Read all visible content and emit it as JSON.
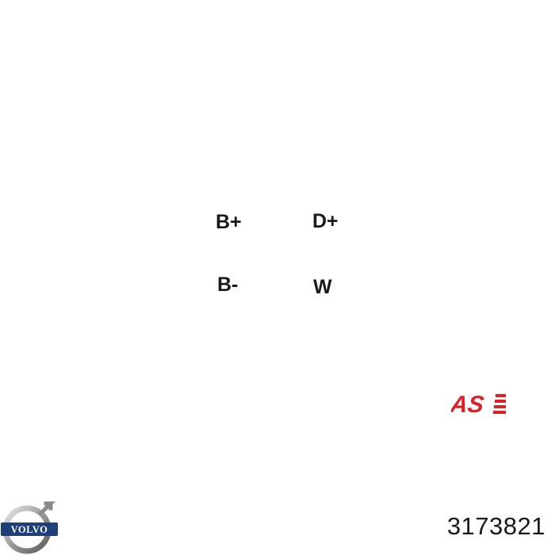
{
  "terminals": {
    "b_plus": "B+",
    "d_plus": "D+",
    "b_minus": "B-",
    "w": "W"
  },
  "brand_as": {
    "text": "AS",
    "icon": "as-brand-logo",
    "color": "#d92128"
  },
  "brand_volvo": {
    "text": "VOLVO",
    "icon": "volvo-brand-logo",
    "color": "#1e3f7a"
  },
  "part_number": "3173821"
}
